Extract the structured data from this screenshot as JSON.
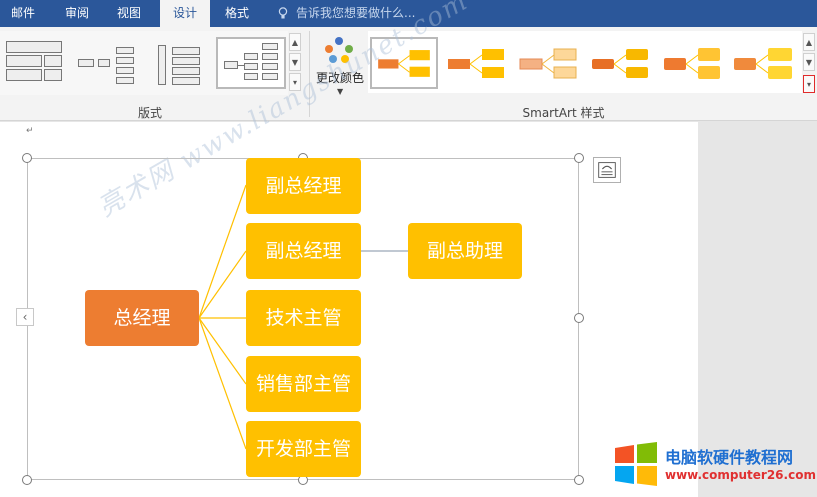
{
  "tabs": [
    {
      "label": "邮件",
      "active": false
    },
    {
      "label": "审阅",
      "active": false
    },
    {
      "label": "视图",
      "active": false
    },
    {
      "label": "设计",
      "active": true
    },
    {
      "label": "格式",
      "active": false
    }
  ],
  "tell_me": {
    "placeholder": "告诉我您想要做什么..."
  },
  "ribbon": {
    "groups": {
      "layouts": "版式",
      "smartart_styles": "SmartArt 样式"
    },
    "change_colors": "更改颜色"
  },
  "diagram": {
    "root": "总经理",
    "children": [
      "副总经理",
      "副总经理",
      "技术主管",
      "销售部主管",
      "开发部主管"
    ],
    "assistant": "副总助理"
  },
  "watermark": "亮术网 www.liangshunet.com",
  "site_logo": {
    "title": "电脑软硬件教程网",
    "url": "www.computer26.com"
  },
  "colors": {
    "tab_bar": "#2b579a",
    "root_node": "#ed7d31",
    "child_node": "#ffc000",
    "connector": "#ffc000"
  }
}
